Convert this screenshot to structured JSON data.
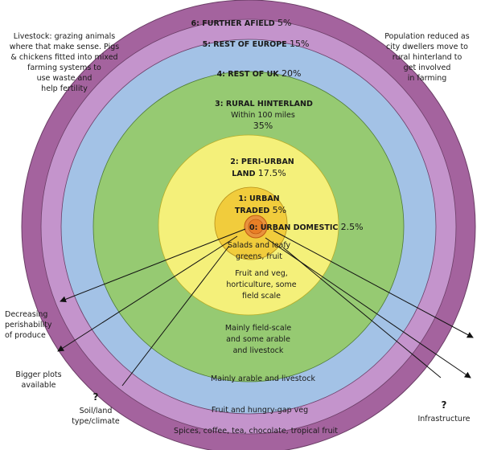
{
  "rings": [
    {
      "id": "further-afield",
      "name": "6: FURTHER AFIELD",
      "pct": "5%",
      "color": "#a4639e",
      "desc": "Spices, coffee, tea, chocolate, tropical fruit"
    },
    {
      "id": "rest-of-europe",
      "name": "5: REST OF EUROPE",
      "pct": "15%",
      "color": "#c494cc",
      "desc": "Fruit and hungry-gap veg"
    },
    {
      "id": "rest-of-uk",
      "name": "4: REST OF UK",
      "pct": "20%",
      "color": "#a3c2e6",
      "desc": "Mainly arable and livestock"
    },
    {
      "id": "rural-hinterland",
      "name": "3: RURAL HINTERLAND",
      "name2": "Within 100 miles",
      "pct": "35%",
      "color": "#96ca72",
      "desc": [
        "Mainly field-scale",
        "and some arable",
        "and livestock"
      ]
    },
    {
      "id": "peri-urban",
      "name": "2: PERI-URBAN",
      "name2": "LAND",
      "pct": "17.5%",
      "color": "#f4f07a",
      "desc": [
        "Fruit and veg,",
        "horticulture, some",
        "field scale"
      ]
    },
    {
      "id": "urban-traded",
      "name": "1: URBAN",
      "name2": "TRADED",
      "pct": "5%",
      "color": "#f1cc3c",
      "desc": [
        "Salads and leafy",
        "greens, fruit"
      ]
    },
    {
      "id": "urban-domestic",
      "name": "0: URBAN DOMESTIC",
      "pct": "2.5%",
      "color": "#e8913c"
    }
  ],
  "notes": {
    "top_left": [
      "Livestock: grazing animals",
      "where that make sense. Pigs",
      "& chickens fitted into mixed",
      "farming systems to",
      "use waste and",
      "help fertility"
    ],
    "top_right": [
      "Population reduced as",
      "city dwellers move to",
      "rural hinterland to",
      "get involved",
      "in farming"
    ],
    "perishability": [
      "Decreasing",
      "perishability",
      "of produce"
    ],
    "bigger_plots": [
      "Bigger plots",
      "available"
    ],
    "soil": [
      "?",
      "Soil/land",
      "type/climate"
    ],
    "infrastructure": [
      "?",
      "Infrastructure"
    ]
  }
}
